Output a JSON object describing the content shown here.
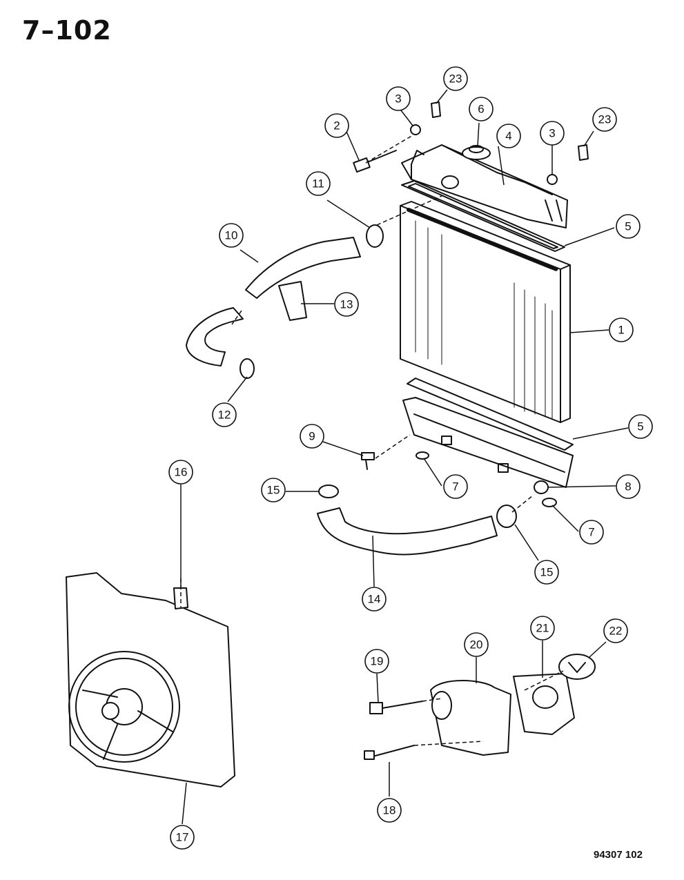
{
  "header": {
    "page_title": "7–102"
  },
  "footer": {
    "diagram_code": "94307  102"
  },
  "callouts": {
    "c1": "1",
    "c2": "2",
    "c3a": "3",
    "c3b": "3",
    "c4": "4",
    "c5a": "5",
    "c5b": "5",
    "c6": "6",
    "c7a": "7",
    "c7b": "7",
    "c8": "8",
    "c9": "9",
    "c10": "10",
    "c11": "11",
    "c12": "12",
    "c13": "13",
    "c14": "14",
    "c15a": "15",
    "c15b": "15",
    "c16": "16",
    "c17": "17",
    "c18": "18",
    "c19": "19",
    "c20": "20",
    "c21": "21",
    "c22": "22",
    "c23a": "23",
    "c23b": "23"
  },
  "colors": {
    "ink": "#111111",
    "paper": "#ffffff"
  }
}
